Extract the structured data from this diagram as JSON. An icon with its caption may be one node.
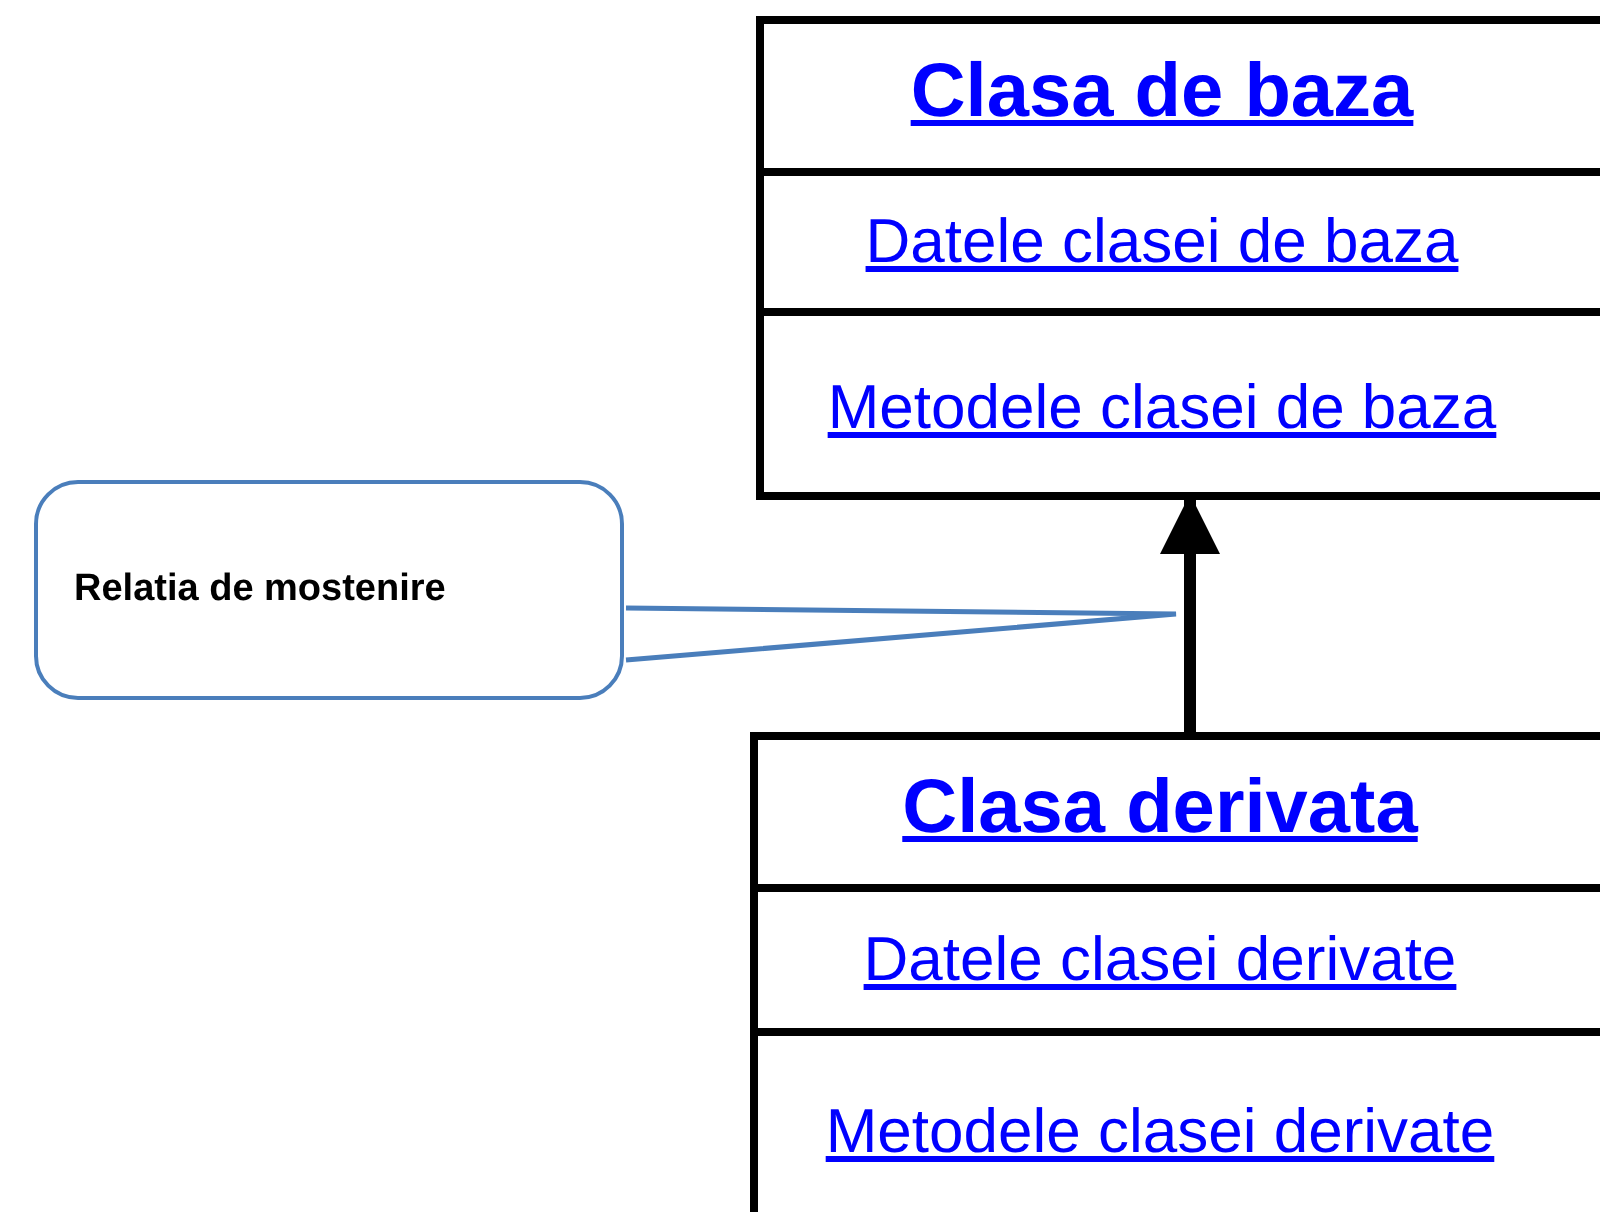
{
  "diagram": {
    "nodes": [
      {
        "text": [
          "Clasa de baza",
          "Datele clasei de baza",
          "Metodele clasei de baza"
        ]
      },
      {
        "text": [
          "Clasa derivata",
          "Datele clasei derivate",
          "Metodele clasei derivate"
        ]
      },
      {
        "text": [
          "Relatia de mostenire"
        ]
      }
    ],
    "edges": [
      {
        "from": 1,
        "to": 0,
        "arrow": "to",
        "style": "thick"
      },
      {
        "from": 2,
        "to": null,
        "arrow": "none",
        "color": "#4a7ebb"
      }
    ]
  }
}
